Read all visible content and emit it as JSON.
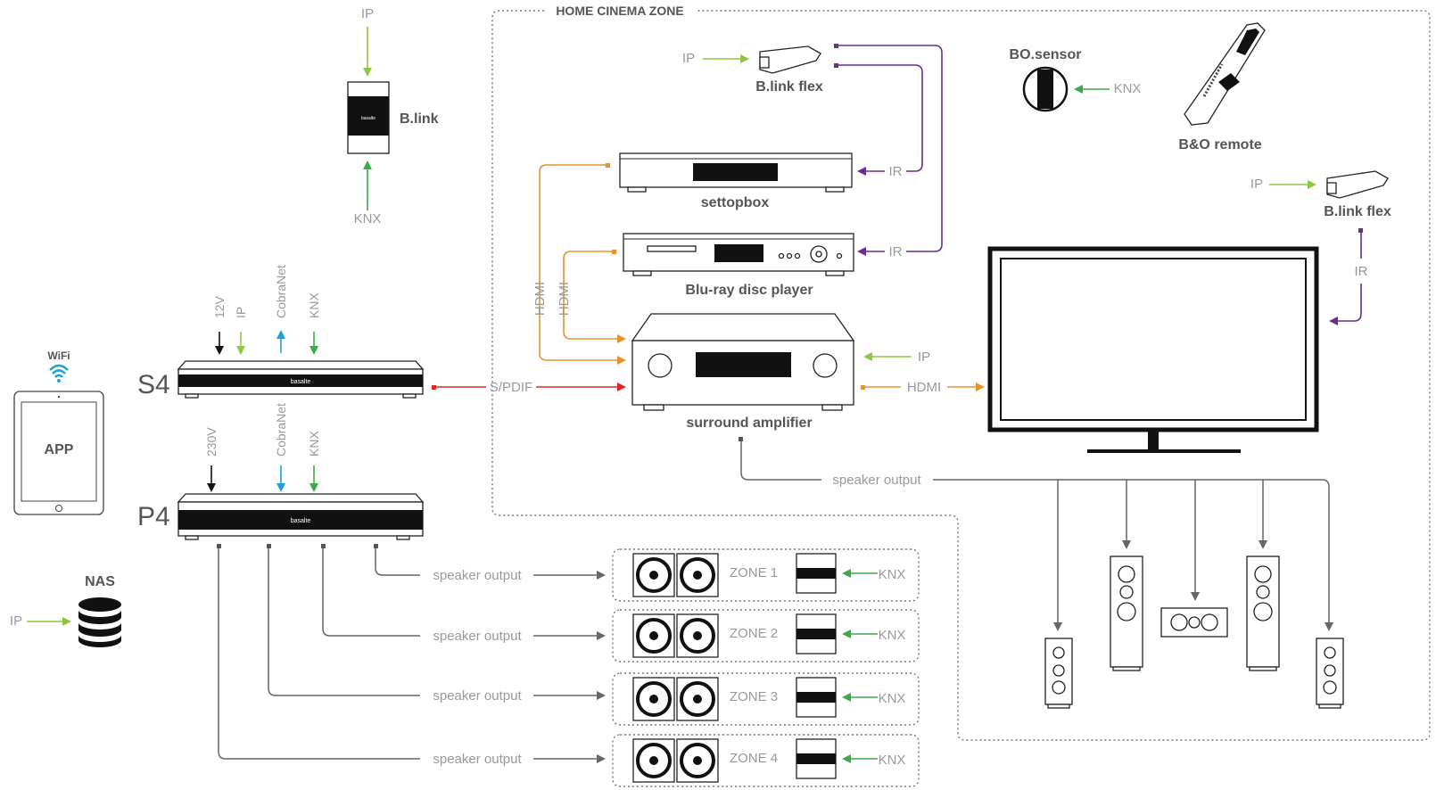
{
  "zone_title": "HOME CINEMA ZONE",
  "devices": {
    "blink_top": {
      "name": "B.link",
      "brand": "basalte"
    },
    "blink_flex_1": {
      "name": "B.link flex"
    },
    "blink_flex_2": {
      "name": "B.link flex"
    },
    "bo_sensor": {
      "name": "BO.sensor"
    },
    "bo_remote": {
      "name": "B&O remote"
    },
    "settopbox": {
      "name": "settopbox"
    },
    "bluray": {
      "name": "Blu-ray disc player"
    },
    "amplifier": {
      "name": "surround amplifier"
    },
    "s4": {
      "name": "S4",
      "brand": "basalte"
    },
    "p4": {
      "name": "P4",
      "brand": "basalte"
    },
    "app": {
      "name": "APP",
      "wifi": "WiFi"
    },
    "nas": {
      "name": "NAS"
    }
  },
  "signals": {
    "ip": "IP",
    "knx": "KNX",
    "ir": "IR",
    "hdmi": "HDMI",
    "spdif": "S/PDIF",
    "v12": "12V",
    "v230": "230V",
    "cobranet": "CobraNet",
    "speaker_output": "speaker output"
  },
  "zones": [
    {
      "label": "ZONE 1"
    },
    {
      "label": "ZONE 2"
    },
    {
      "label": "ZONE 3"
    },
    {
      "label": "ZONE 4"
    }
  ],
  "colors": {
    "ip": "#8DC63F",
    "knx": "#3BAA4A",
    "cobranet": "#1EA0D9",
    "hdmi": "#E8922B",
    "ir": "#6A2C91",
    "spdif": "#D92A2A",
    "power": "#111111",
    "speaker": "#666666"
  }
}
